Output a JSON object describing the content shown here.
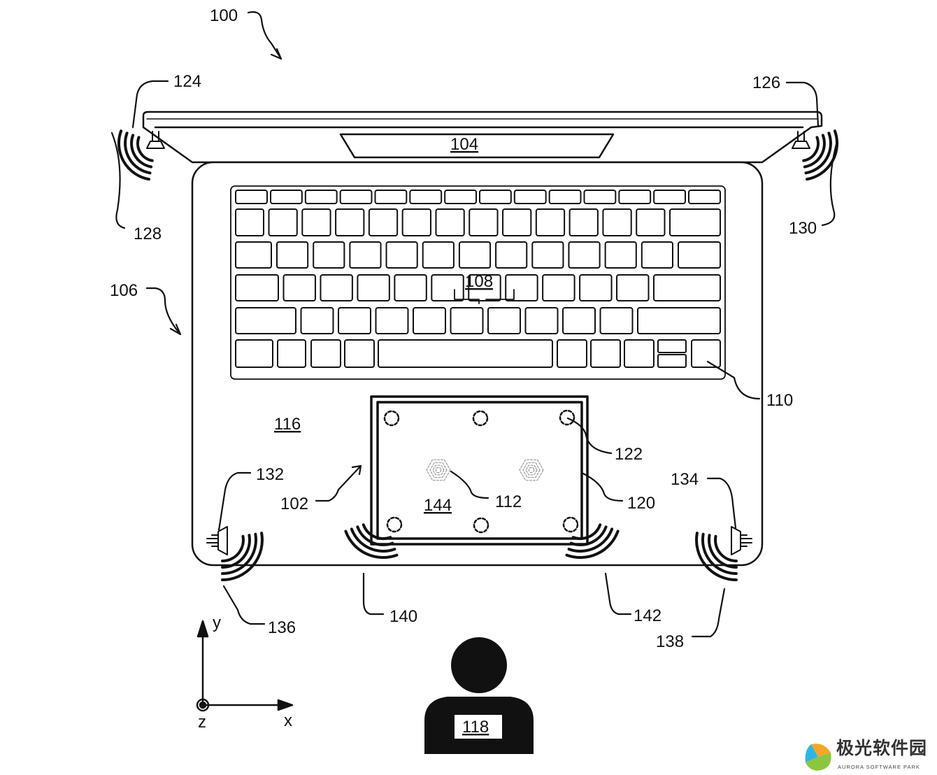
{
  "figure": {
    "labels": {
      "device": "100",
      "touchpad_assembly": "102",
      "display": "104",
      "housing": "106",
      "keyboard": "108",
      "key": "110",
      "actuator": "112",
      "palm_rest": "116",
      "user": "118",
      "touchpad_border": "120",
      "sensor": "122",
      "speaker_top_left": "124",
      "speaker_top_right": "126",
      "sound_top_left": "128",
      "sound_top_right": "130",
      "speaker_bottom_left": "132",
      "speaker_bottom_right": "134",
      "sound_bottom_left": "136",
      "sound_bottom_right": "138",
      "sound_trackpad_left": "140",
      "sound_trackpad_right": "142",
      "touch_surface": "144"
    },
    "axes": {
      "y": "y",
      "x": "x",
      "z": "z"
    }
  },
  "watermark": {
    "name_cn": "极光软件园",
    "name_en": "AURORA SOFTWARE PARK"
  }
}
